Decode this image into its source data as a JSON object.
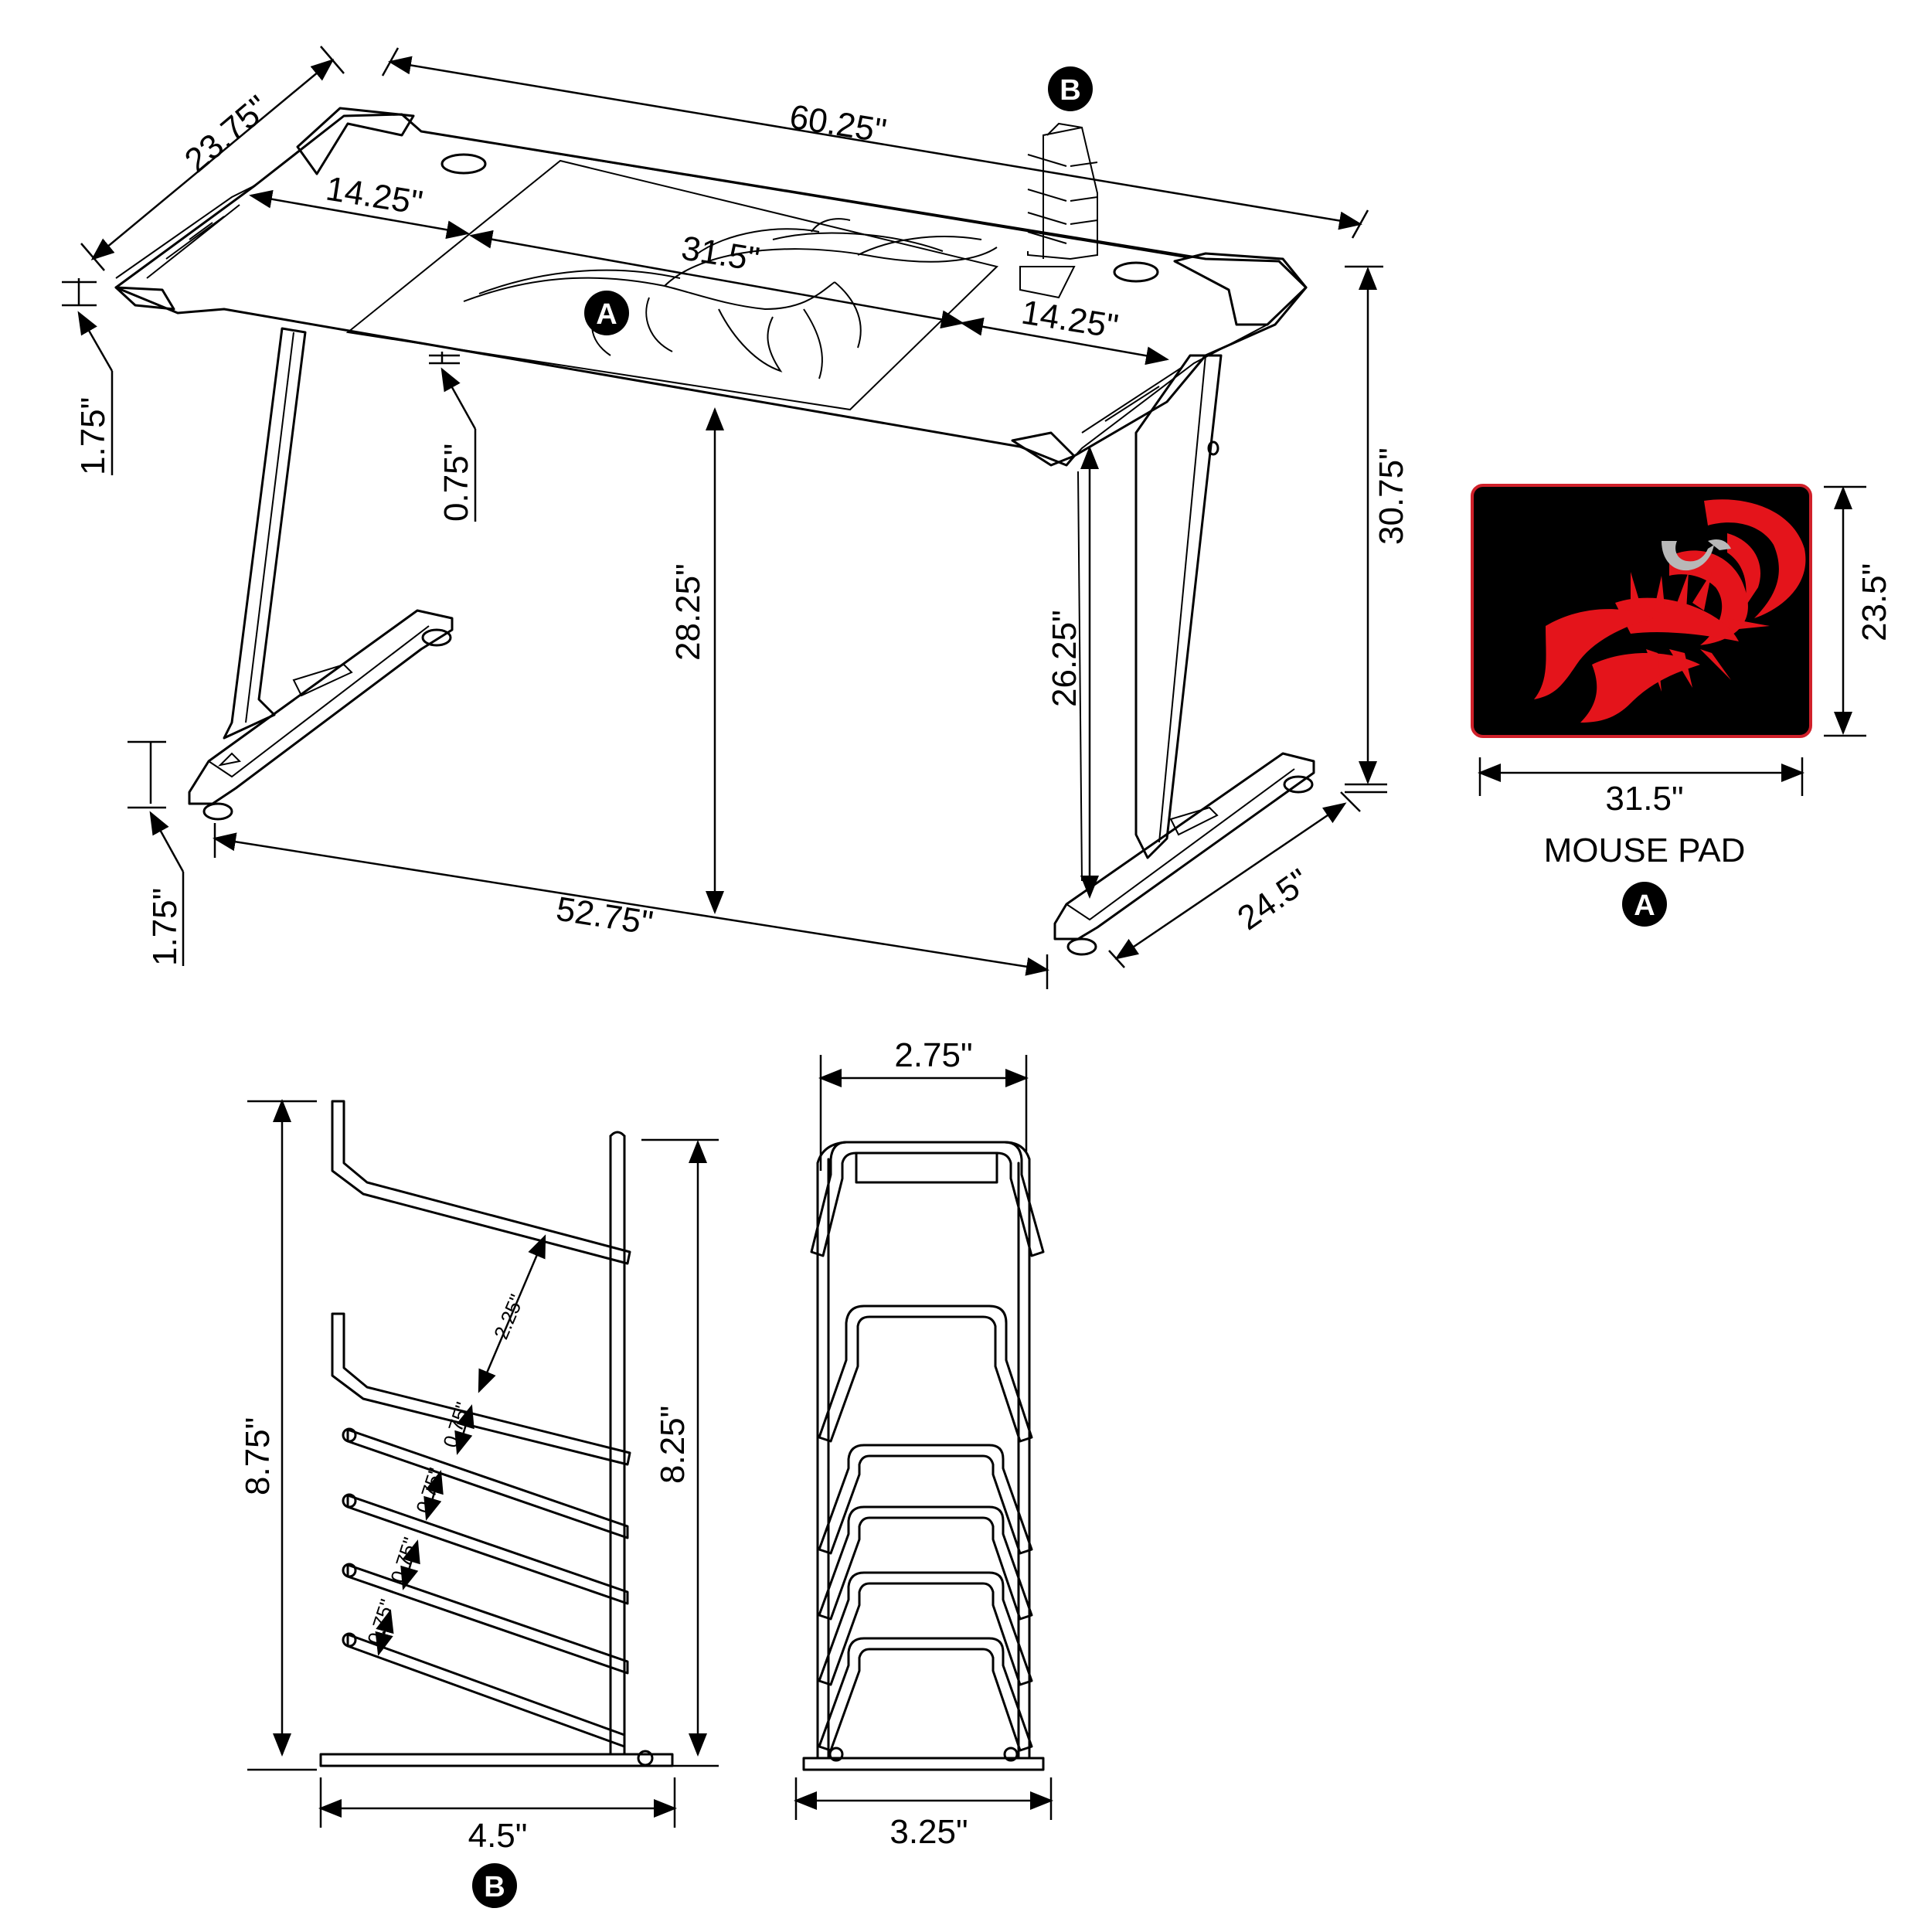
{
  "desk": {
    "width": "60.25\"",
    "depth": "23.75\"",
    "top_left_section": "14.25\"",
    "mousepad_section": "31.5\"",
    "top_right_section": "14.25\"",
    "top_thickness": "1.75\"",
    "pad_thickness": "0.75\"",
    "under_top_height": "28.25\"",
    "leg_clearance": "26.25\"",
    "overall_height": "30.75\"",
    "base_width": "52.75\"",
    "base_depth": "24.5\"",
    "foot_height": "1.75\""
  },
  "mouse_pad": {
    "width": "31.5\"",
    "height": "23.5\"",
    "title": "MOUSE PAD",
    "marker": "A",
    "colors": {
      "background": "#000000",
      "accent": "#e4141b",
      "border": "#d0202a",
      "silver": "#b8b8b8"
    }
  },
  "holder": {
    "height_total": "8.75\"",
    "height_post": "8.25\"",
    "tier_gap_top": "2.25\"",
    "tier_gap_1": "0.75\"",
    "tier_gap_2": "0.75\"",
    "tier_gap_3": "0.75\"",
    "tier_gap_4": "0.75\"",
    "base_depth": "4.5\"",
    "top_width": "2.75\"",
    "base_width": "3.25\"",
    "marker": "B"
  },
  "markers": {
    "a": "A",
    "b": "B"
  }
}
